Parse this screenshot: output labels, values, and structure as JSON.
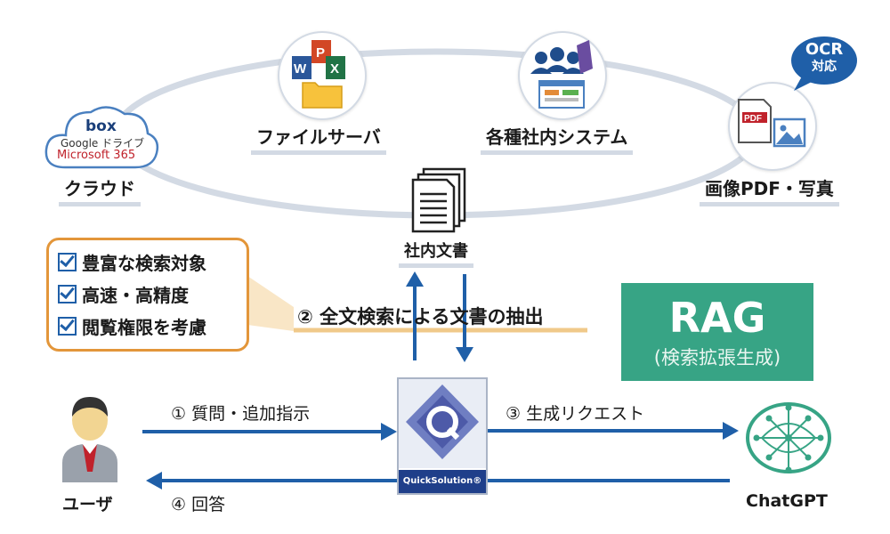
{
  "nodes": {
    "cloud": {
      "label": "クラウド",
      "box_logo": "box",
      "google_drive": "Google ドライブ",
      "microsoft": "Microsoft 365"
    },
    "file_server": {
      "label": "ファイルサーバ",
      "icons": [
        "word-icon",
        "powerpoint-icon",
        "excel-icon",
        "folder-icon"
      ]
    },
    "internal_systems": {
      "label": "各種社内システム",
      "icons": [
        "users-icon",
        "browser-window-icon"
      ]
    },
    "image_pdf": {
      "label": "画像PDF・写真",
      "icons": [
        "pdf-icon",
        "photo-icon"
      ],
      "ocr_bubble": {
        "line1": "OCR",
        "line2": "対応"
      }
    },
    "documents": {
      "label": "社内文書",
      "icon": "documents-icon"
    }
  },
  "features": {
    "items": [
      "豊富な検索対象",
      "高速・高精度",
      "閲覧権限を考慮"
    ]
  },
  "extraction_label": "② 全文検索による文書の抽出",
  "rag": {
    "title": "RAG",
    "subtitle": "(検索拡張生成)"
  },
  "flows": {
    "question": "① 質問・追加指示",
    "generate": "③ 生成リクエスト",
    "answer": "④ 回答"
  },
  "actors": {
    "user": "ユーザ",
    "chatgpt": "ChatGPT",
    "quicksolution": "QuickSolution®"
  },
  "colors": {
    "arrow": "#1f5fa8",
    "ellipse": "#d3dae4",
    "feature_border": "#e3963a",
    "rag_bg": "#37a485",
    "ocr_bubble": "#1f5fa8",
    "chatgpt_green": "#37a485"
  }
}
